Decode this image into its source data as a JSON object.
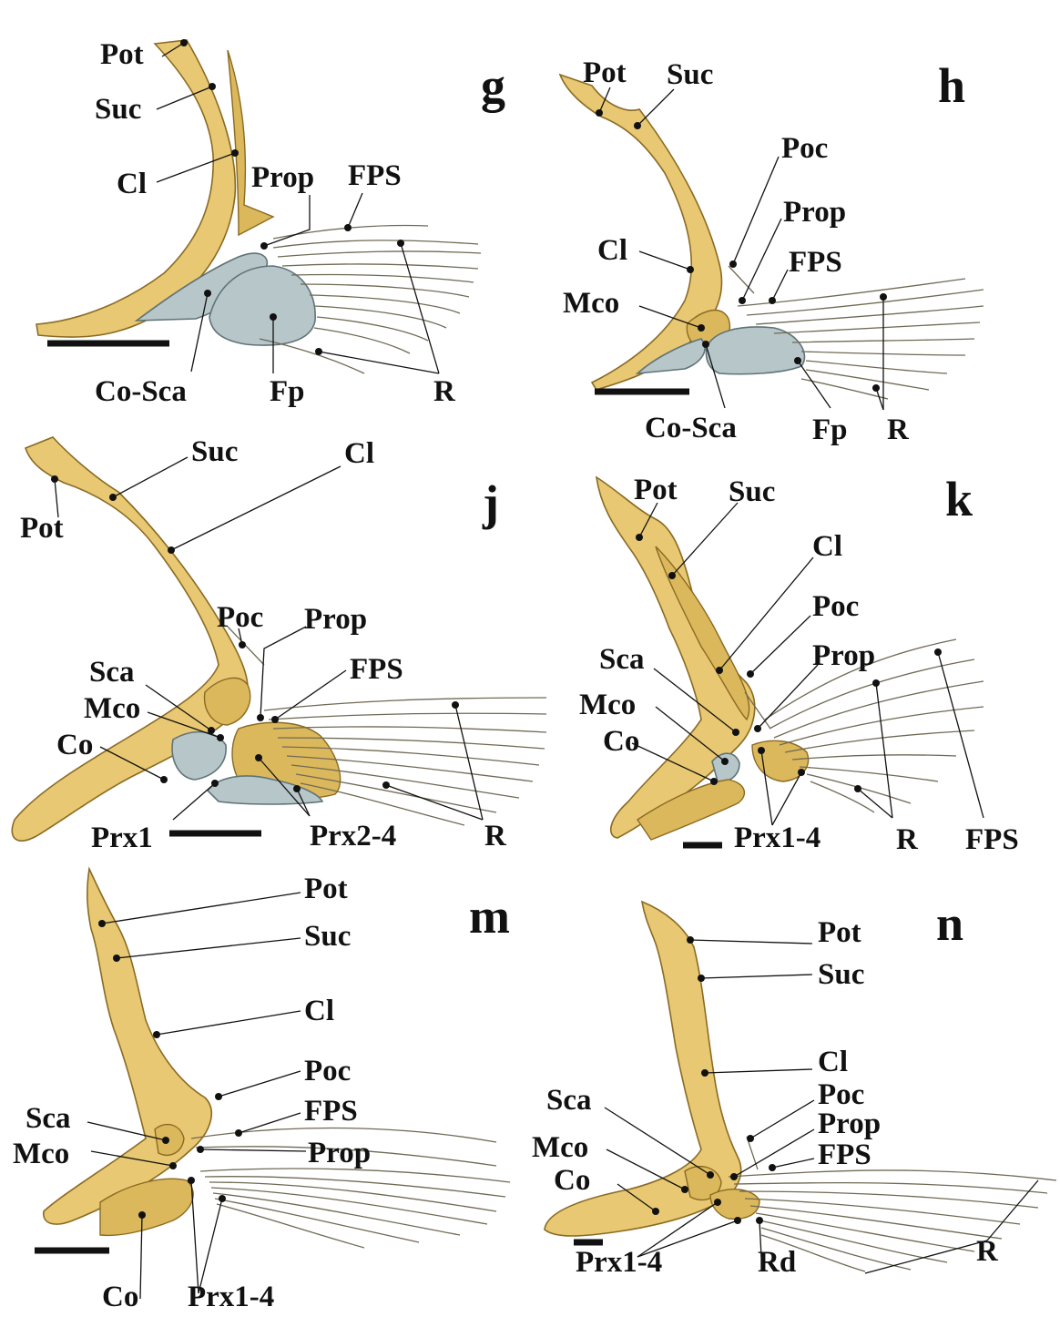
{
  "panels": [
    {
      "letter": "g",
      "labels": {
        "pot": "Pot",
        "suc": "Suc",
        "cl": "Cl",
        "prop": "Prop",
        "fps": "FPS",
        "co_sca": "Co-Sca",
        "fp": "Fp",
        "r": "R"
      }
    },
    {
      "letter": "h",
      "labels": {
        "pot": "Pot",
        "suc": "Suc",
        "poc": "Poc",
        "prop": "Prop",
        "cl": "Cl",
        "fps": "FPS",
        "mco": "Mco",
        "co_sca": "Co-Sca",
        "fp": "Fp",
        "r": "R"
      }
    },
    {
      "letter": "j",
      "labels": {
        "suc": "Suc",
        "cl": "Cl",
        "pot": "Pot",
        "poc": "Poc",
        "prop": "Prop",
        "sca": "Sca",
        "fps": "FPS",
        "mco": "Mco",
        "co": "Co",
        "prx1": "Prx1",
        "prx2_4": "Prx2-4",
        "r": "R"
      }
    },
    {
      "letter": "k",
      "labels": {
        "pot": "Pot",
        "suc": "Suc",
        "cl": "Cl",
        "poc": "Poc",
        "prop": "Prop",
        "sca": "Sca",
        "mco": "Mco",
        "co": "Co",
        "prx1_4": "Prx1-4",
        "r": "R",
        "fps": "FPS"
      }
    },
    {
      "letter": "m",
      "labels": {
        "pot": "Pot",
        "suc": "Suc",
        "cl": "Cl",
        "poc": "Poc",
        "fps": "FPS",
        "sca": "Sca",
        "prop": "Prop",
        "mco": "Mco",
        "co": "Co",
        "prx1_4": "Prx1-4"
      }
    },
    {
      "letter": "n",
      "labels": {
        "pot": "Pot",
        "suc": "Suc",
        "cl": "Cl",
        "poc": "Poc",
        "sca": "Sca",
        "prop": "Prop",
        "fps": "FPS",
        "mco": "Mco",
        "co": "Co",
        "prx1_4": "Prx1-4",
        "rd": "Rd",
        "r": "R"
      }
    }
  ]
}
